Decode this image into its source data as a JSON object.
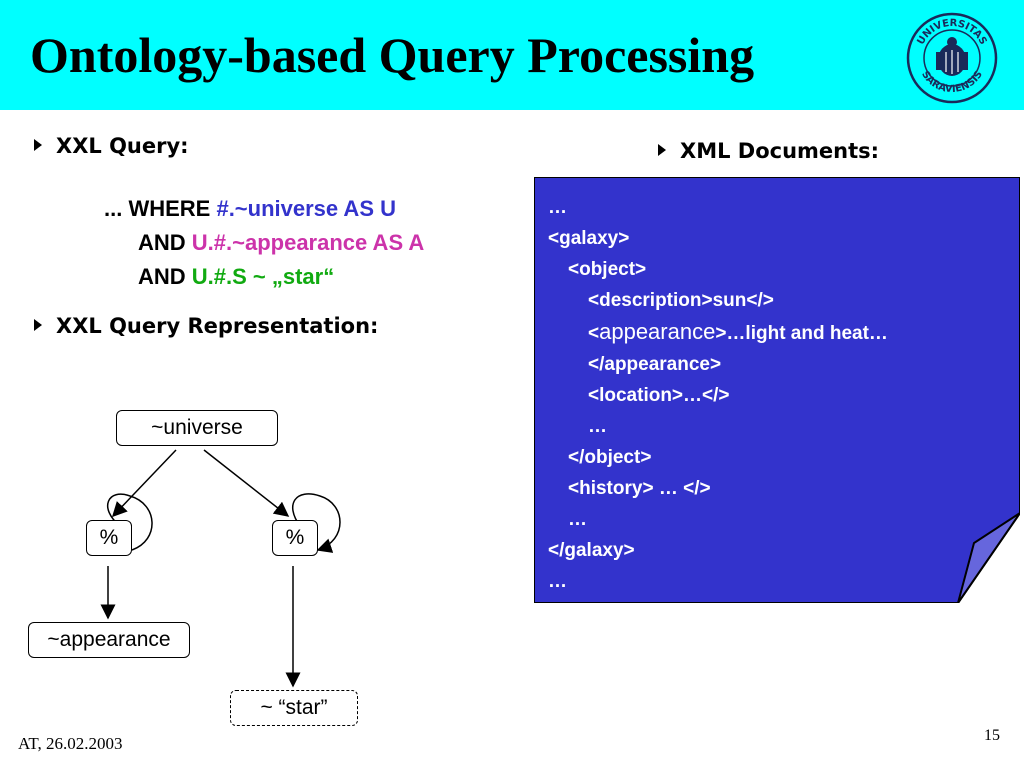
{
  "slide": {
    "title": "Ontology-based Query Processing",
    "footer_left": "AT, 26.02.2003",
    "page_number": "15"
  },
  "seal": {
    "text_top": "UNIVERSITAS",
    "text_bottom": "SARAVIENSIS"
  },
  "bullets": {
    "xxl_query": "XXL Query:",
    "xxl_representation": "XXL Query Representation:",
    "xml_documents": "XML Documents:"
  },
  "query": {
    "line1_prefix": "... WHERE ",
    "line1_expr": "#.~universe AS U",
    "line2_prefix": "AND ",
    "line2_expr": "U.#.~appearance AS A",
    "line3_prefix": "AND ",
    "line3_expr": "U.#.S ~ „star“"
  },
  "diagram": {
    "root": "~universe",
    "left_wildcard": "%",
    "right_wildcard": "%",
    "left_leaf": "~appearance",
    "right_leaf": "~ “star”"
  },
  "xml_doc": {
    "lines": [
      {
        "text": "…"
      },
      {
        "text": "<galaxy>"
      },
      {
        "text": "<object>"
      },
      {
        "text": "<description>sun</>"
      },
      {
        "pre": "<",
        "big": "appearance",
        "post": ">…light and heat…"
      },
      {
        "text": "</appearance>"
      },
      {
        "text": "<location>…</>"
      },
      {
        "text": "…"
      },
      {
        "text": "</object>"
      },
      {
        "text": "<history> … </>"
      },
      {
        "text": "…"
      },
      {
        "text": "</galaxy>"
      },
      {
        "text": "…"
      }
    ]
  },
  "colors": {
    "header_bg": "#00ffff",
    "doc_bg": "#3333cc",
    "blue": "#3333cc",
    "magenta": "#cc33aa",
    "green": "#11aa11"
  }
}
